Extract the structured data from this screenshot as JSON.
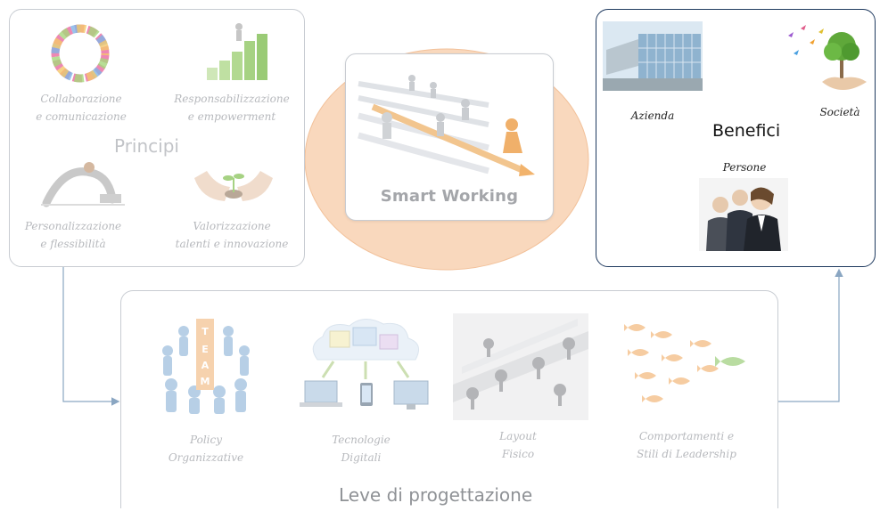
{
  "principi": {
    "title": "Principi",
    "items": [
      {
        "line1": "Collaborazione",
        "line2": "e comunicazione",
        "icon": "color-ring-icon"
      },
      {
        "line1": "Responsabilizzazione",
        "line2": "e empowerment",
        "icon": "growth-steps-icon"
      },
      {
        "line1": "Personalizzazione",
        "line2": "e flessibilità",
        "icon": "flexible-worker-icon"
      },
      {
        "line1": "Valorizzazione",
        "line2": "talenti e innovazione",
        "icon": "hands-sprout-icon"
      }
    ]
  },
  "center": {
    "title": "Smart Working",
    "icon": "running-figures-icon",
    "ellipse_color": "#f9d8bd"
  },
  "benefici": {
    "title": "Benefici",
    "items": [
      {
        "label": "Azienda",
        "icon": "office-building-icon"
      },
      {
        "label": "Società",
        "icon": "tree-butterflies-icon"
      },
      {
        "label": "Persone",
        "icon": "business-people-icon"
      }
    ],
    "border_color": "#1f3a5f"
  },
  "leve": {
    "title": "Leve di progettazione",
    "items": [
      {
        "line1": "Policy",
        "line2": "Organizzative",
        "icon": "team-circle-icon"
      },
      {
        "line1": "Tecnologie",
        "line2": "Digitali",
        "icon": "cloud-devices-icon"
      },
      {
        "line1": "Layout",
        "line2": "Fisico",
        "icon": "office-layout-icon"
      },
      {
        "line1": "Comportamenti e",
        "line2": "Stili di Leadership",
        "icon": "fish-school-icon"
      }
    ]
  },
  "colors": {
    "connector": "#8aa6c2",
    "faded_text": "#b7b9bd"
  }
}
